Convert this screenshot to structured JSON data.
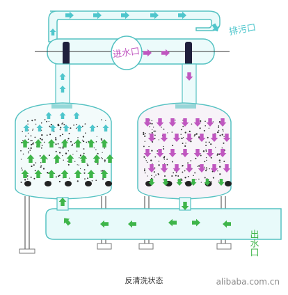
{
  "labels": {
    "inlet": "进水口",
    "drain": "排污口",
    "outlet": "出水口"
  },
  "caption": "反清洗状态",
  "watermark": "alibaba.com.cn",
  "colors": {
    "pipe_fill": "#e8fafa",
    "pipe_stroke": "#55c2c2",
    "flow_cyan": "#4ec6cc",
    "flow_green": "#3fb54a",
    "flow_purple": "#c057c0",
    "dark_ring": "#1f1f3c",
    "nozzle": "#222222"
  }
}
